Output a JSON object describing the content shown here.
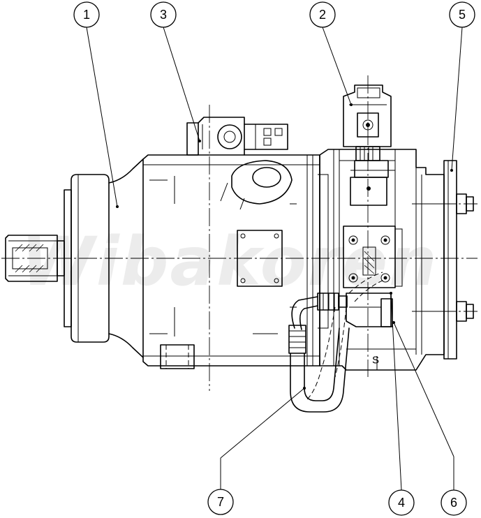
{
  "watermark": "Wibakoren",
  "port_label": "S",
  "callouts": [
    {
      "number": "1"
    },
    {
      "number": "3"
    },
    {
      "number": "2"
    },
    {
      "number": "5"
    },
    {
      "number": "7"
    },
    {
      "number": "4"
    },
    {
      "number": "6"
    }
  ]
}
